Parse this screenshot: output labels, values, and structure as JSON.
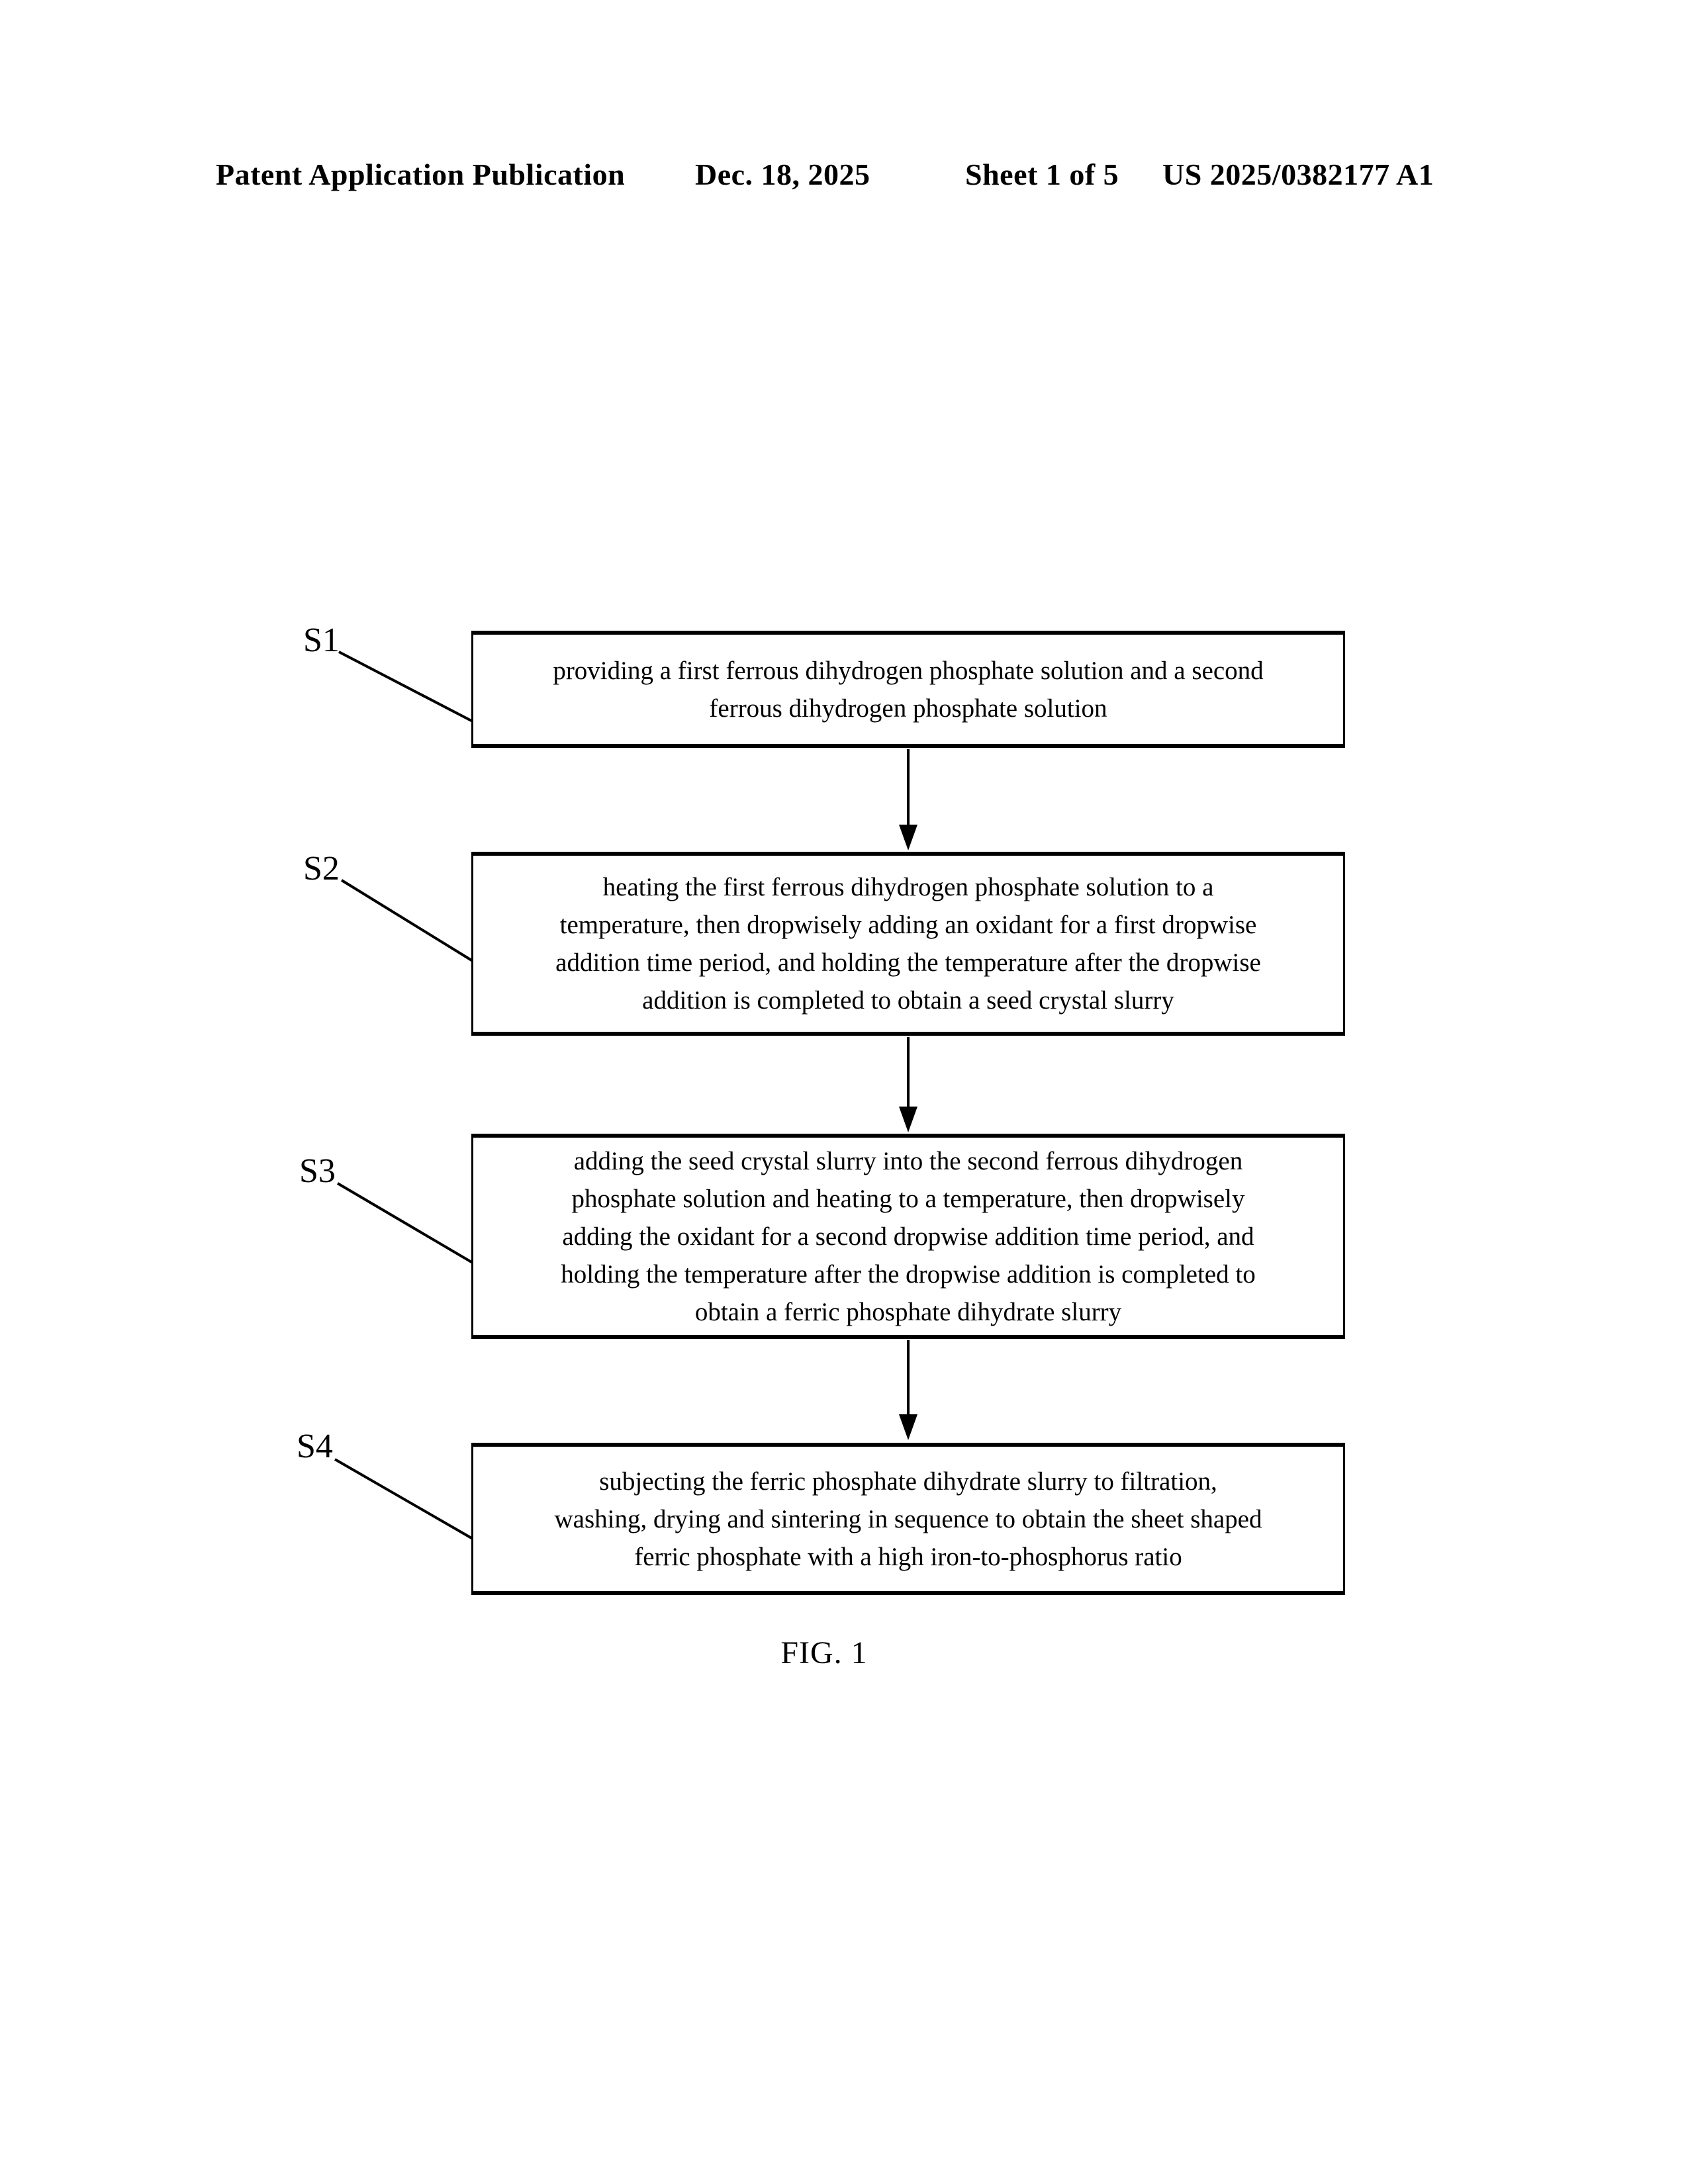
{
  "colors": {
    "ink": "#000000",
    "paper": "#ffffff"
  },
  "header": {
    "publication": "Patent Application Publication",
    "date": "Dec. 18, 2025",
    "sheet": "Sheet 1 of 5",
    "patent_number": "US 2025/0382177 A1"
  },
  "flowchart": {
    "steps": [
      {
        "label": "S1",
        "text": "providing a first ferrous dihydrogen phosphate solution and a second\nferrous dihydrogen phosphate solution"
      },
      {
        "label": "S2",
        "text": "heating the first ferrous dihydrogen phosphate solution to a\ntemperature, then dropwisely adding an oxidant for a first dropwise\naddition time period, and holding the temperature after the dropwise\naddition is completed to obtain a seed crystal slurry"
      },
      {
        "label": "S3",
        "text": "adding the seed crystal slurry into the second ferrous dihydrogen\nphosphate solution and heating to a temperature, then dropwisely\nadding the oxidant for a second dropwise addition time period, and\nholding the temperature after the dropwise addition is completed to\nobtain a ferric phosphate dihydrate slurry"
      },
      {
        "label": "S4",
        "text": "subjecting the ferric phosphate dihydrate slurry to filtration,\nwashing, drying and sintering in sequence to obtain the sheet shaped\nferric phosphate with a high iron-to-phosphorus ratio"
      }
    ],
    "caption": "FIG. 1"
  }
}
